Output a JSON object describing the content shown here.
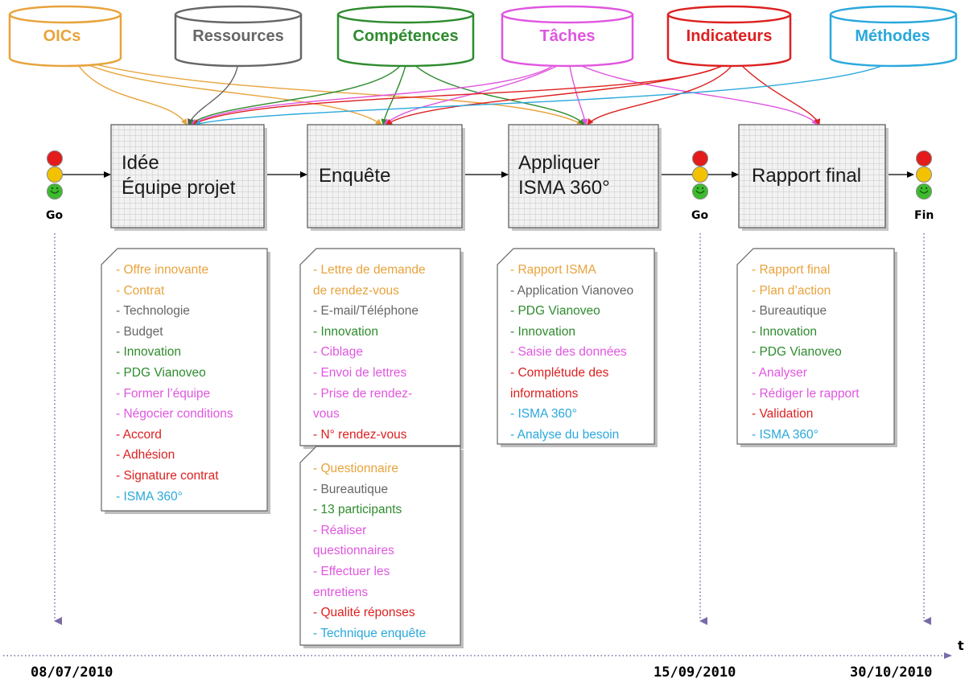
{
  "databases": [
    {
      "id": "oics",
      "label": "OICs",
      "color": "#e8a33c"
    },
    {
      "id": "ressources",
      "label": "Ressources",
      "color": "#666666"
    },
    {
      "id": "competences",
      "label": "Compétences",
      "color": "#2e8b2e"
    },
    {
      "id": "taches",
      "label": "Tâches",
      "color": "#e056e0"
    },
    {
      "id": "indicateurs",
      "label": "Indicateurs",
      "color": "#dd2020"
    },
    {
      "id": "methodes",
      "label": "Méthodes",
      "color": "#2aa8dc"
    }
  ],
  "stages": [
    {
      "id": "idee",
      "lines": [
        "Idée",
        "Équipe projet"
      ]
    },
    {
      "id": "enquete",
      "lines": [
        "Enquête"
      ]
    },
    {
      "id": "appliquer",
      "lines": [
        "Appliquer",
        "ISMA 360°"
      ]
    },
    {
      "id": "rapport",
      "lines": [
        "Rapport final"
      ]
    }
  ],
  "milestones": [
    {
      "id": "go1",
      "label": "Go",
      "date": "08/07/2010"
    },
    {
      "id": "go2",
      "label": "Go",
      "date": "15/09/2010"
    },
    {
      "id": "fin",
      "label": "Fin",
      "date": "30/10/2010"
    }
  ],
  "axis_label": "t",
  "notes": [
    {
      "id": "note-idee",
      "items": [
        {
          "text": "- Offre innovante",
          "cat": "oics"
        },
        {
          "text": "- Contrat",
          "cat": "oics"
        },
        {
          "text": "- Technologie",
          "cat": "ressources"
        },
        {
          "text": "- Budget",
          "cat": "ressources"
        },
        {
          "text": "- Innovation",
          "cat": "competences"
        },
        {
          "text": "- PDG Vianoveo",
          "cat": "competences"
        },
        {
          "text": "- Former l’équipe",
          "cat": "taches"
        },
        {
          "text": "- Négocier conditions",
          "cat": "taches"
        },
        {
          "text": "- Accord",
          "cat": "indicateurs"
        },
        {
          "text": "- Adhésion",
          "cat": "indicateurs"
        },
        {
          "text": "- Signature contrat",
          "cat": "indicateurs"
        },
        {
          "text": "- ISMA 360°",
          "cat": "methodes"
        }
      ]
    },
    {
      "id": "note-enquete-1",
      "items": [
        {
          "text": "- Lettre de demande",
          "cat": "oics"
        },
        {
          "text": "de rendez-vous",
          "cat": "oics"
        },
        {
          "text": "- E-mail/Téléphone",
          "cat": "ressources"
        },
        {
          "text": "- Innovation",
          "cat": "competences"
        },
        {
          "text": "- Ciblage",
          "cat": "taches"
        },
        {
          "text": "- Envoi de lettres",
          "cat": "taches"
        },
        {
          "text": "- Prise de rendez-",
          "cat": "taches"
        },
        {
          "text": "vous",
          "cat": "taches"
        },
        {
          "text": "- N° rendez-vous",
          "cat": "indicateurs"
        }
      ]
    },
    {
      "id": "note-enquete-2",
      "items": [
        {
          "text": "- Questionnaire",
          "cat": "oics"
        },
        {
          "text": "- Bureautique",
          "cat": "ressources"
        },
        {
          "text": "- 13 participants",
          "cat": "competences"
        },
        {
          "text": "- Réaliser",
          "cat": "taches"
        },
        {
          "text": "questionnaires",
          "cat": "taches"
        },
        {
          "text": "- Effectuer les",
          "cat": "taches"
        },
        {
          "text": "entretiens",
          "cat": "taches"
        },
        {
          "text": "- Qualité réponses",
          "cat": "indicateurs"
        },
        {
          "text": "- Technique enquête",
          "cat": "methodes"
        }
      ]
    },
    {
      "id": "note-appliquer",
      "items": [
        {
          "text": "- Rapport ISMA",
          "cat": "oics"
        },
        {
          "text": "- Application Vianoveo",
          "cat": "ressources"
        },
        {
          "text": "- PDG Vianoveo",
          "cat": "competences"
        },
        {
          "text": "- Innovation",
          "cat": "competences"
        },
        {
          "text": "- Saisie des données",
          "cat": "taches"
        },
        {
          "text": "- Complétude des",
          "cat": "indicateurs"
        },
        {
          "text": "informations",
          "cat": "indicateurs"
        },
        {
          "text": "- ISMA 360°",
          "cat": "methodes"
        },
        {
          "text": "- Analyse du besoin",
          "cat": "methodes"
        }
      ]
    },
    {
      "id": "note-rapport",
      "items": [
        {
          "text": "- Rapport final",
          "cat": "oics"
        },
        {
          "text": "- Plan d’action",
          "cat": "oics"
        },
        {
          "text": "- Bureautique",
          "cat": "ressources"
        },
        {
          "text": "- Innovation",
          "cat": "competences"
        },
        {
          "text": "- PDG Vianoveo",
          "cat": "competences"
        },
        {
          "text": "- Analyser",
          "cat": "taches"
        },
        {
          "text": "- Rédiger le rapport",
          "cat": "taches"
        },
        {
          "text": "- Validation",
          "cat": "indicateurs"
        },
        {
          "text": "- ISMA 360°",
          "cat": "methodes"
        }
      ]
    }
  ],
  "colors": {
    "oics": "#e8a33c",
    "ressources": "#666666",
    "competences": "#2e8b2e",
    "taches": "#e056e0",
    "indicateurs": "#dd2020",
    "methodes": "#2aa8dc",
    "traffic_red": "#e31b1b",
    "traffic_yellow": "#f2c200",
    "traffic_green": "#3dbb2e",
    "timeline": "#7a6aa8"
  }
}
